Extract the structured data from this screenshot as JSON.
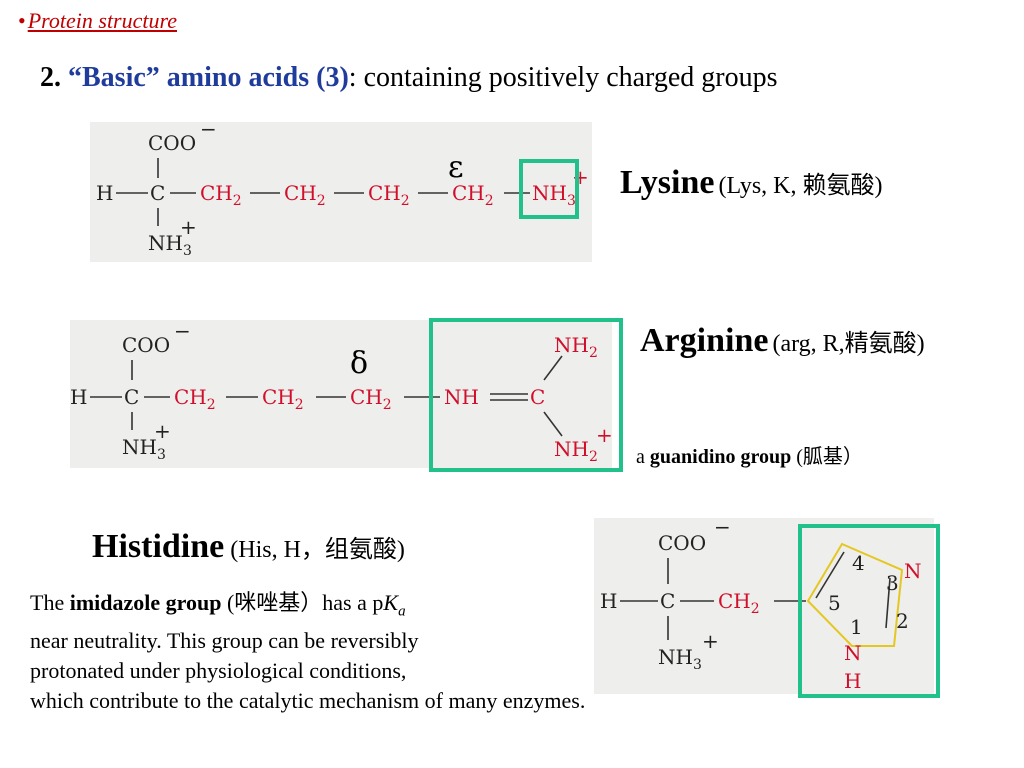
{
  "breadcrumb": {
    "bullet": "•",
    "text": "Protein structure"
  },
  "heading": {
    "number": "2. ",
    "highlight": "“Basic” amino acids (3)",
    "colon": ": ",
    "rest": "containing positively charged groups"
  },
  "structure_labels": {
    "carboxylate": "COO",
    "minus": "−",
    "h": "H",
    "c": "C",
    "ch2": "CH",
    "sub2": "2",
    "nh3": "NH",
    "sub3": "3",
    "plus": "+",
    "nh2": "NH",
    "nh": "NH",
    "n": "N",
    "ring_numbers": [
      "1",
      "2",
      "3",
      "4",
      "5"
    ]
  },
  "lysine": {
    "name": "Lysine",
    "paren": "(Lys, K,  赖氨酸)",
    "greek": "ε"
  },
  "arginine": {
    "name": "Arginine",
    "paren": "(arg, R,精氨酸)",
    "greek": "δ",
    "group_prefix": "a ",
    "group_name": "guanidino group",
    "group_cn": " (胍基）"
  },
  "histidine": {
    "name": "Histidine",
    "paren": " (His, H，组氨酸)",
    "desc_1a": "The ",
    "desc_1b": "imidazole group",
    "desc_1c": " (咪唑基）has a p",
    "desc_1k": "K",
    "desc_1ka": "a",
    "desc_2": "near neutrality. This group can be reversibly",
    "desc_3": "protonated under physiological conditions,",
    "desc_4": "which contribute to the catalytic mechanism of many enzymes."
  }
}
